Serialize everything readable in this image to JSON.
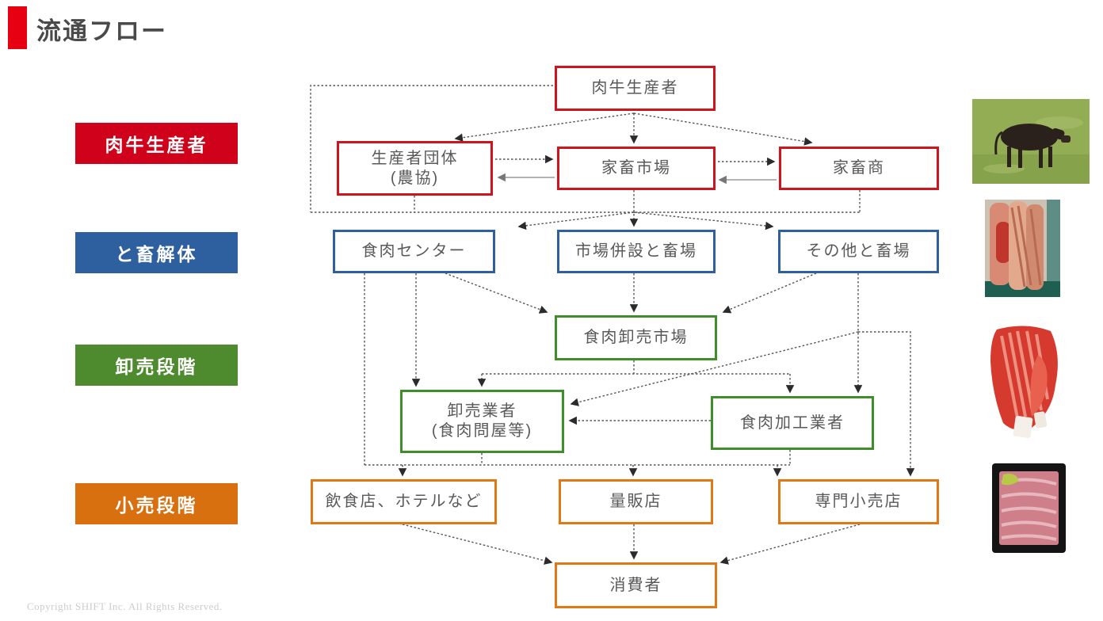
{
  "title": "流通フロー",
  "copyright": "Copyright SHIFT Inc. All Rights Reserved.",
  "colors": {
    "title_bar": "#e60012",
    "producer_red": "#d0021b",
    "slaughter_blue": "#2e5f9e",
    "wholesale_green": "#4e8a2e",
    "retail_orange": "#d9700f",
    "node_border_red": "#d0141e",
    "node_border_blue": "#2e5f9e",
    "node_border_green": "#3e8e2a",
    "node_border_orange": "#e07818",
    "node_text": "#595959",
    "connector": "#555555"
  },
  "stages": [
    {
      "label": "肉牛生産者",
      "color": "#d0021b"
    },
    {
      "label": "と畜解体",
      "color": "#2e5f9e"
    },
    {
      "label": "卸売段階",
      "color": "#4e8a2e"
    },
    {
      "label": "小売段階",
      "color": "#d9700f"
    }
  ],
  "nodes": {
    "producer": {
      "label": "肉牛生産者"
    },
    "producer_group": {
      "label": "生産者団体",
      "label2": "(農協)"
    },
    "livestock_market": {
      "label": "家畜市場"
    },
    "livestock_dealer": {
      "label": "家畜商"
    },
    "meat_center": {
      "label": "食肉センター"
    },
    "market_slaughterhouse": {
      "label": "市場併設と畜場"
    },
    "other_slaughterhouse": {
      "label": "その他と畜場"
    },
    "wholesale_market": {
      "label": "食肉卸売市場"
    },
    "wholesaler": {
      "label": "卸売業者",
      "label2": "(食肉問屋等)"
    },
    "meat_processor": {
      "label": "食肉加工業者"
    },
    "restaurants": {
      "label": "飲食店、ホテルなど"
    },
    "mass_retailer": {
      "label": "量販店"
    },
    "specialty_retailer": {
      "label": "専門小売店"
    },
    "consumer": {
      "label": "消費者"
    }
  },
  "photos": [
    {
      "name": "cow-photo"
    },
    {
      "name": "carcass-photo"
    },
    {
      "name": "beef-cut-photo"
    },
    {
      "name": "packaged-meat-photo"
    }
  ]
}
